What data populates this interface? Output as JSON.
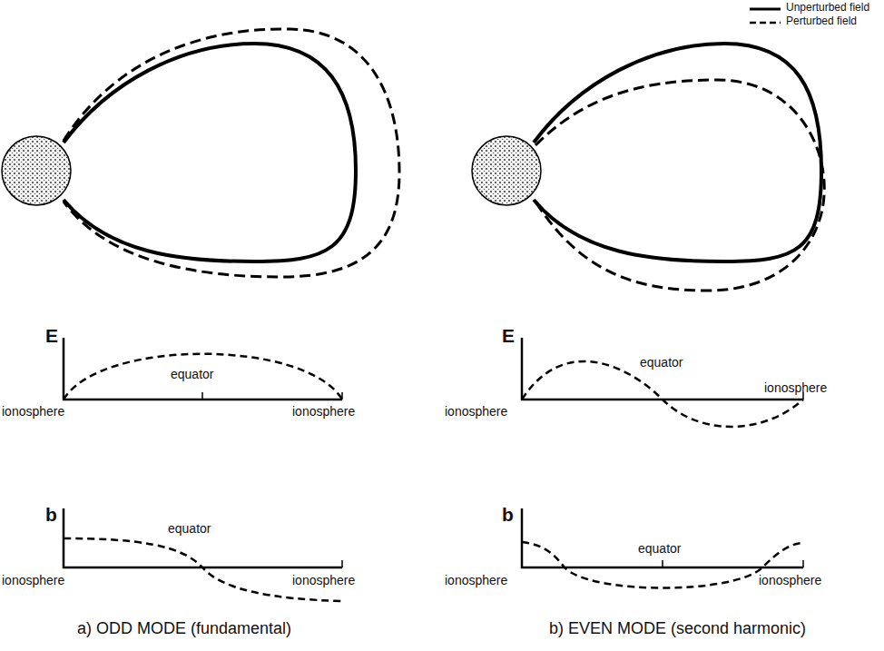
{
  "diagram": {
    "labels": [
      "E",
      "equator",
      "ionosphere",
      "ionosphere",
      "b",
      "equator",
      "ionosphere",
      "ionosphere",
      "a) ODD MODE (fundamental)",
      "E",
      "equator",
      "ionosphere",
      "ionosphere",
      "b",
      "equator",
      "ionosphere",
      "ionosphere",
      "b) EVEN MODE (second harmonic)"
    ],
    "legend": [
      {
        "text": "Unperturbed field"
      },
      {
        "text": "Perturbed field"
      }
    ]
  }
}
